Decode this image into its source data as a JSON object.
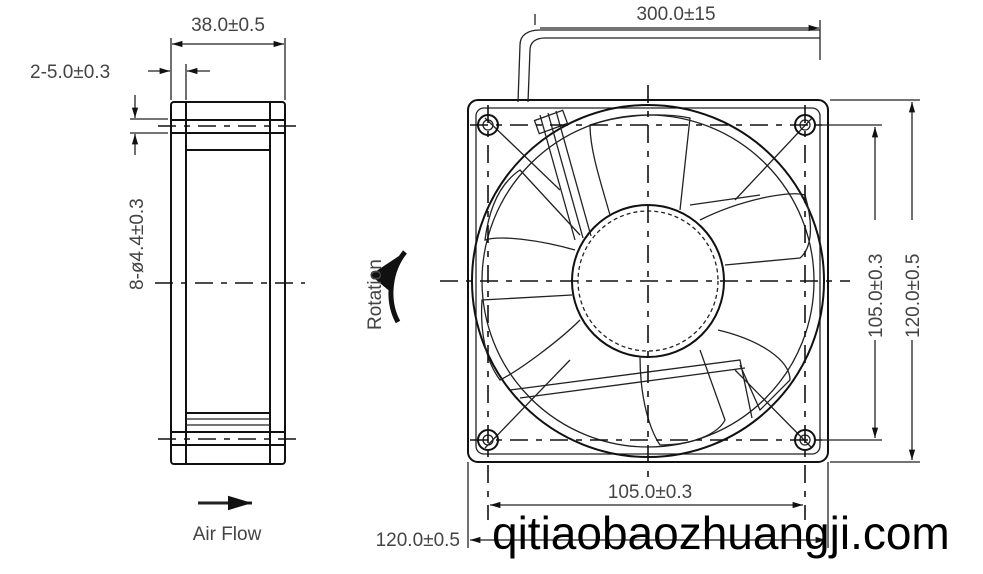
{
  "side_view": {
    "width_dim": "38.0±0.5",
    "flange_dim": "2-5.0±0.3",
    "hole_dim": "8-ø4.4±0.3",
    "airflow_label": "Air Flow"
  },
  "front_view": {
    "cable_length_dim": "300.0±15",
    "rotation_label": "Rotation",
    "hole_spacing_v": "105.0±0.3",
    "size_v": "120.0±0.5",
    "hole_spacing_h": "105.0±0.3",
    "size_h": "120.0±0.5"
  },
  "watermark": "qitiaobaozhuangji.com"
}
